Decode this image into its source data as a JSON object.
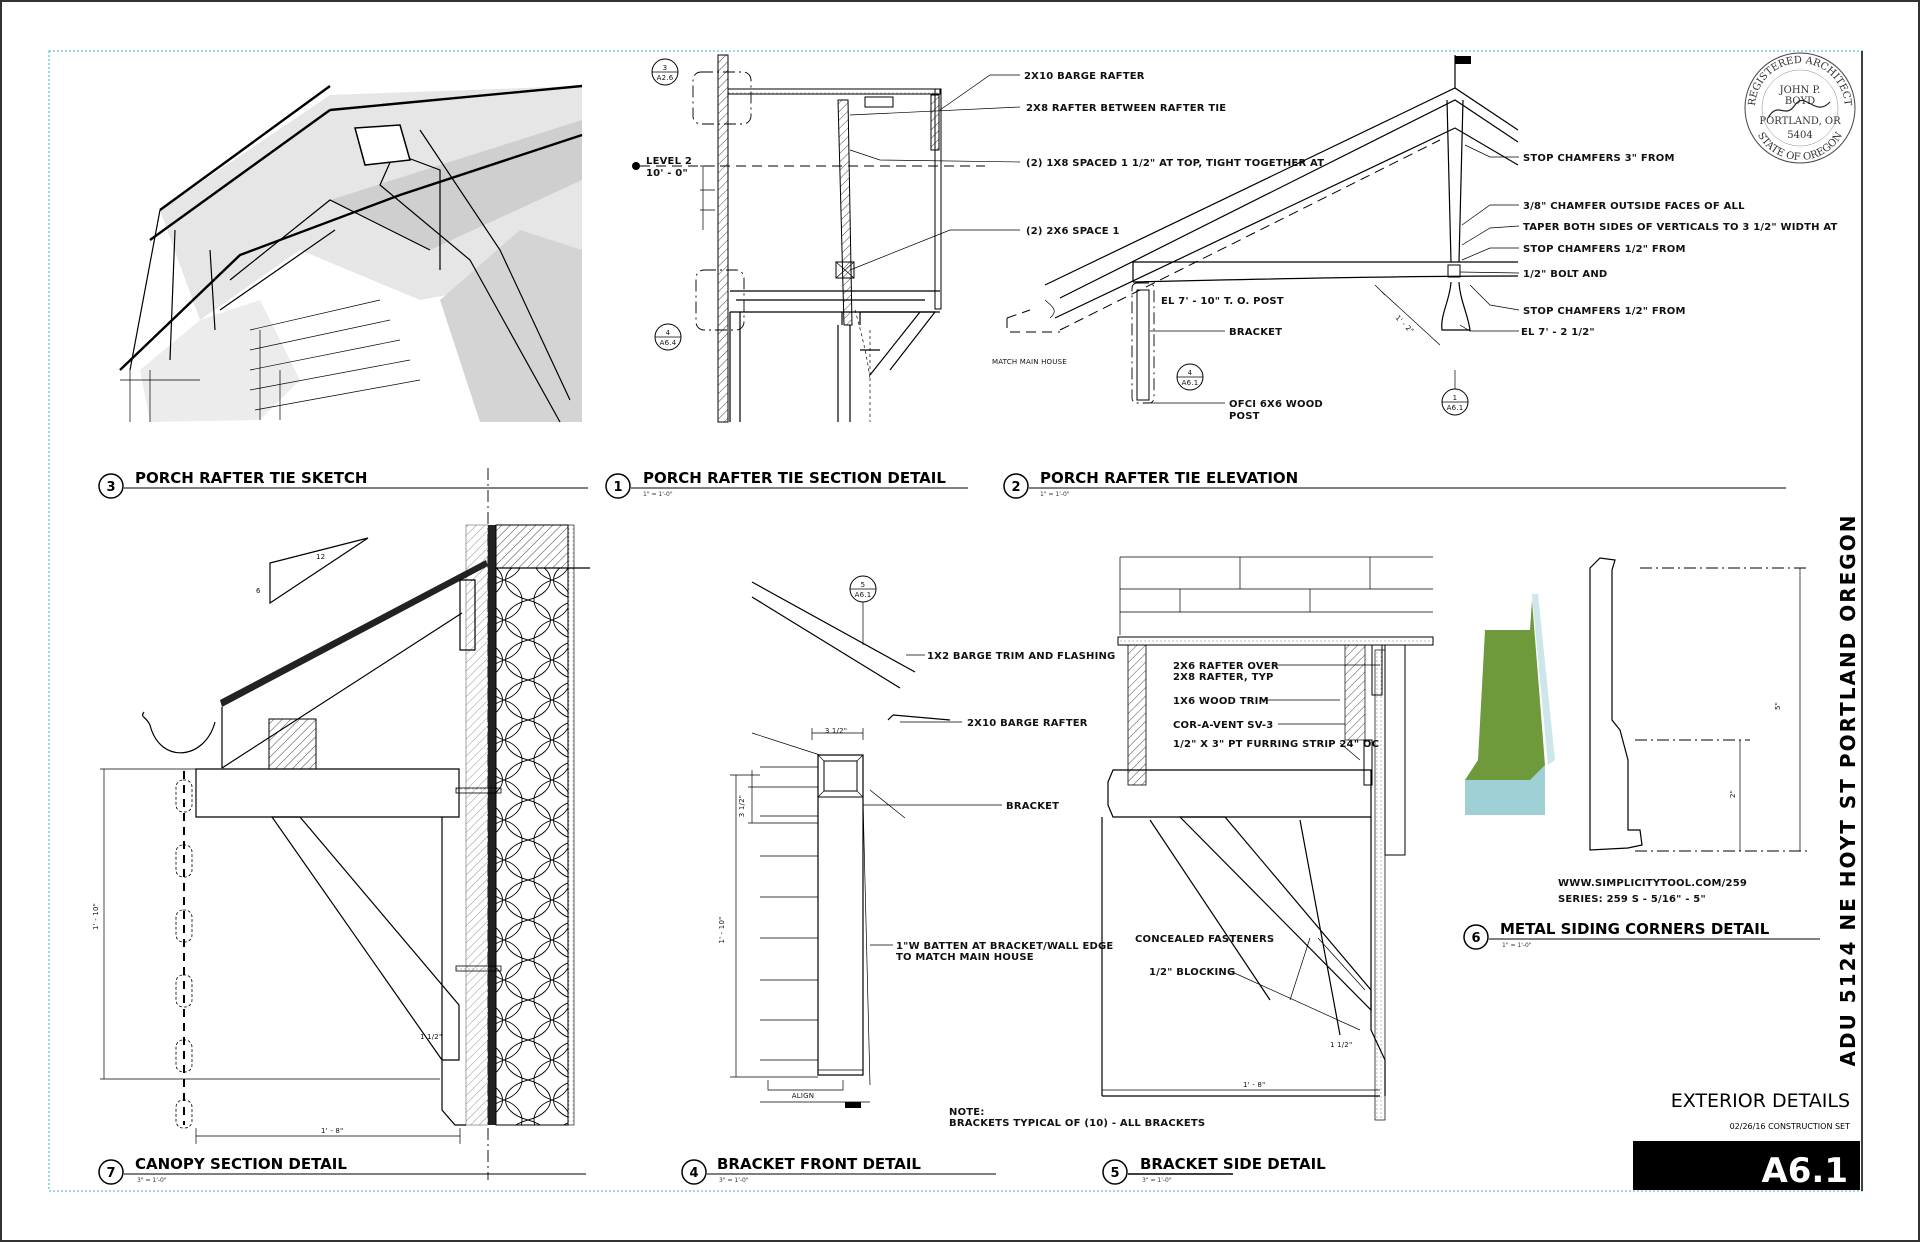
{
  "sheet": {
    "project": "ADU 5124 NE HOYT ST PORTLAND OREGON",
    "sheet_title": "EXTERIOR DETAILS",
    "issue": "02/26/16 CONSTRUCTION SET",
    "sheet_number": "A6.1"
  },
  "stamp": {
    "ring_top": "REGISTERED ARCHITECT",
    "ring_bottom": "STATE OF OREGON",
    "name_line1": "JOHN P.",
    "name_line2": "BOYD",
    "city": "PORTLAND, OR",
    "number": "5404"
  },
  "details": {
    "d3": {
      "num": "3",
      "title": "PORCH RAFTER TIE SKETCH"
    },
    "d1": {
      "num": "1",
      "title": "PORCH RAFTER TIE SECTION DETAIL",
      "scale": "1\" = 1'-0\""
    },
    "d2": {
      "num": "2",
      "title": "PORCH RAFTER TIE ELEVATION",
      "scale": "1\" = 1'-0\""
    },
    "d7": {
      "num": "7",
      "title": "CANOPY SECTION DETAIL",
      "scale": "3\" = 1'-0\""
    },
    "d4": {
      "num": "4",
      "title": "BRACKET FRONT DETAIL",
      "scale": "3\" = 1'-0\""
    },
    "d5": {
      "num": "5",
      "title": "BRACKET SIDE DETAIL",
      "scale": "3\" = 1'-0\""
    },
    "d6": {
      "num": "6",
      "title": "METAL SIDING CORNERS DETAIL",
      "scale": "1\" = 1'-0\""
    }
  },
  "section_detail": {
    "labels": [
      "2X10 BARGE RAFTER",
      "2X8 RAFTER BETWEEN RAFTER TIE",
      "(2) 1X8 SPACED 1 1/2\" AT TOP, TIGHT TOGETHER AT",
      "(2) 2X6 SPACE 1"
    ],
    "level_name": "LEVEL 2",
    "level_elev": "10' - 0\"",
    "refs": [
      {
        "n": "3",
        "s": "A2.6"
      },
      {
        "n": "4",
        "s": "A6.4"
      }
    ]
  },
  "elevation": {
    "right_labels": [
      "STOP CHAMFERS 3\" FROM",
      "3/8\" CHAMFER OUTSIDE FACES OF ALL",
      "TAPER BOTH SIDES OF VERTICALS TO 3 1/2\" WIDTH AT",
      "STOP CHAMFERS 1/2\" FROM",
      "1/2\" BOLT AND",
      "STOP CHAMFERS 1/2\" FROM",
      "EL 7' - 2 1/2\""
    ],
    "post_el": "EL 7' - 10\" T. O. POST",
    "bracket": "BRACKET",
    "match": "MATCH MAIN HOUSE",
    "post": [
      "OFCI 6X6 WOOD",
      "POST"
    ],
    "dim": "1' - 2\"",
    "refs": [
      {
        "n": "4",
        "s": "A6.1"
      },
      {
        "n": "1",
        "s": "A6.1"
      }
    ]
  },
  "canopy": {
    "slope_run": "12",
    "slope_rise": "6",
    "height": "1' - 10\"",
    "width": "1' - 8\"",
    "offset": "1 1/2\""
  },
  "bracket_front": {
    "ref": {
      "n": "5",
      "s": "A6.1"
    },
    "labels": [
      "1X2 BARGE TRIM AND FLASHING",
      "2X10 BARGE RAFTER",
      "BRACKET"
    ],
    "batten": [
      "1\"W BATTEN AT BRACKET/WALL EDGE",
      "TO MATCH MAIN HOUSE"
    ],
    "width": "3 1/2\"",
    "depth": "3 1/2\"",
    "height": "1' - 10\"",
    "align": "ALIGN",
    "note_title": "NOTE:",
    "note": "BRACKETS TYPICAL OF (10) - ALL BRACKETS"
  },
  "bracket_side": {
    "labels": [
      "2X6 RAFTER OVER",
      "2X8 RAFTER, TYP",
      "1X6 WOOD TRIM",
      "COR-A-VENT SV-3",
      "1/2\" X 3\" PT FURRING STRIP 24\" OC",
      "CONCEALED FASTENERS",
      "1/2\" BLOCKING"
    ],
    "width": "1' - 8\"",
    "offset": "1 1/2\""
  },
  "siding": {
    "url": "WWW.SIMPLICITYTOOL.COM/259",
    "series": "SERIES:  259 S - 5/16\" - 5\"",
    "dim_total": "5\"",
    "dim_partial": "2\""
  }
}
